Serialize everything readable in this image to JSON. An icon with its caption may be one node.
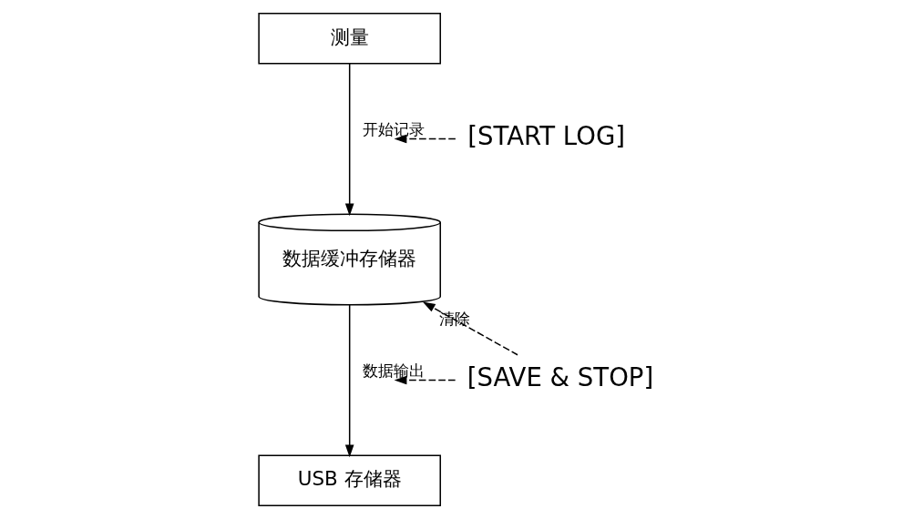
{
  "diagram": {
    "nodes": [
      {
        "text": [
          "测量"
        ]
      },
      {
        "text": [
          "数据缓冲存储器"
        ]
      },
      {
        "text": [
          "USB 存储器"
        ]
      },
      {
        "text": [
          "[START LOG]"
        ]
      },
      {
        "text": [
          "[SAVE & STOP]"
        ]
      }
    ],
    "edges": [
      {
        "from": 0,
        "to": 1,
        "arrow": "to"
      },
      {
        "from": 3,
        "to": null,
        "arrow": "to",
        "style": "dashed",
        "label": "开始记录"
      },
      {
        "from": 4,
        "to": 1,
        "arrow": "to",
        "style": "dashed",
        "label": "清除"
      },
      {
        "from": 4,
        "to": null,
        "arrow": "to",
        "style": "dashed",
        "label": "数据输出"
      },
      {
        "from": 1,
        "to": 2,
        "arrow": "to"
      }
    ]
  }
}
